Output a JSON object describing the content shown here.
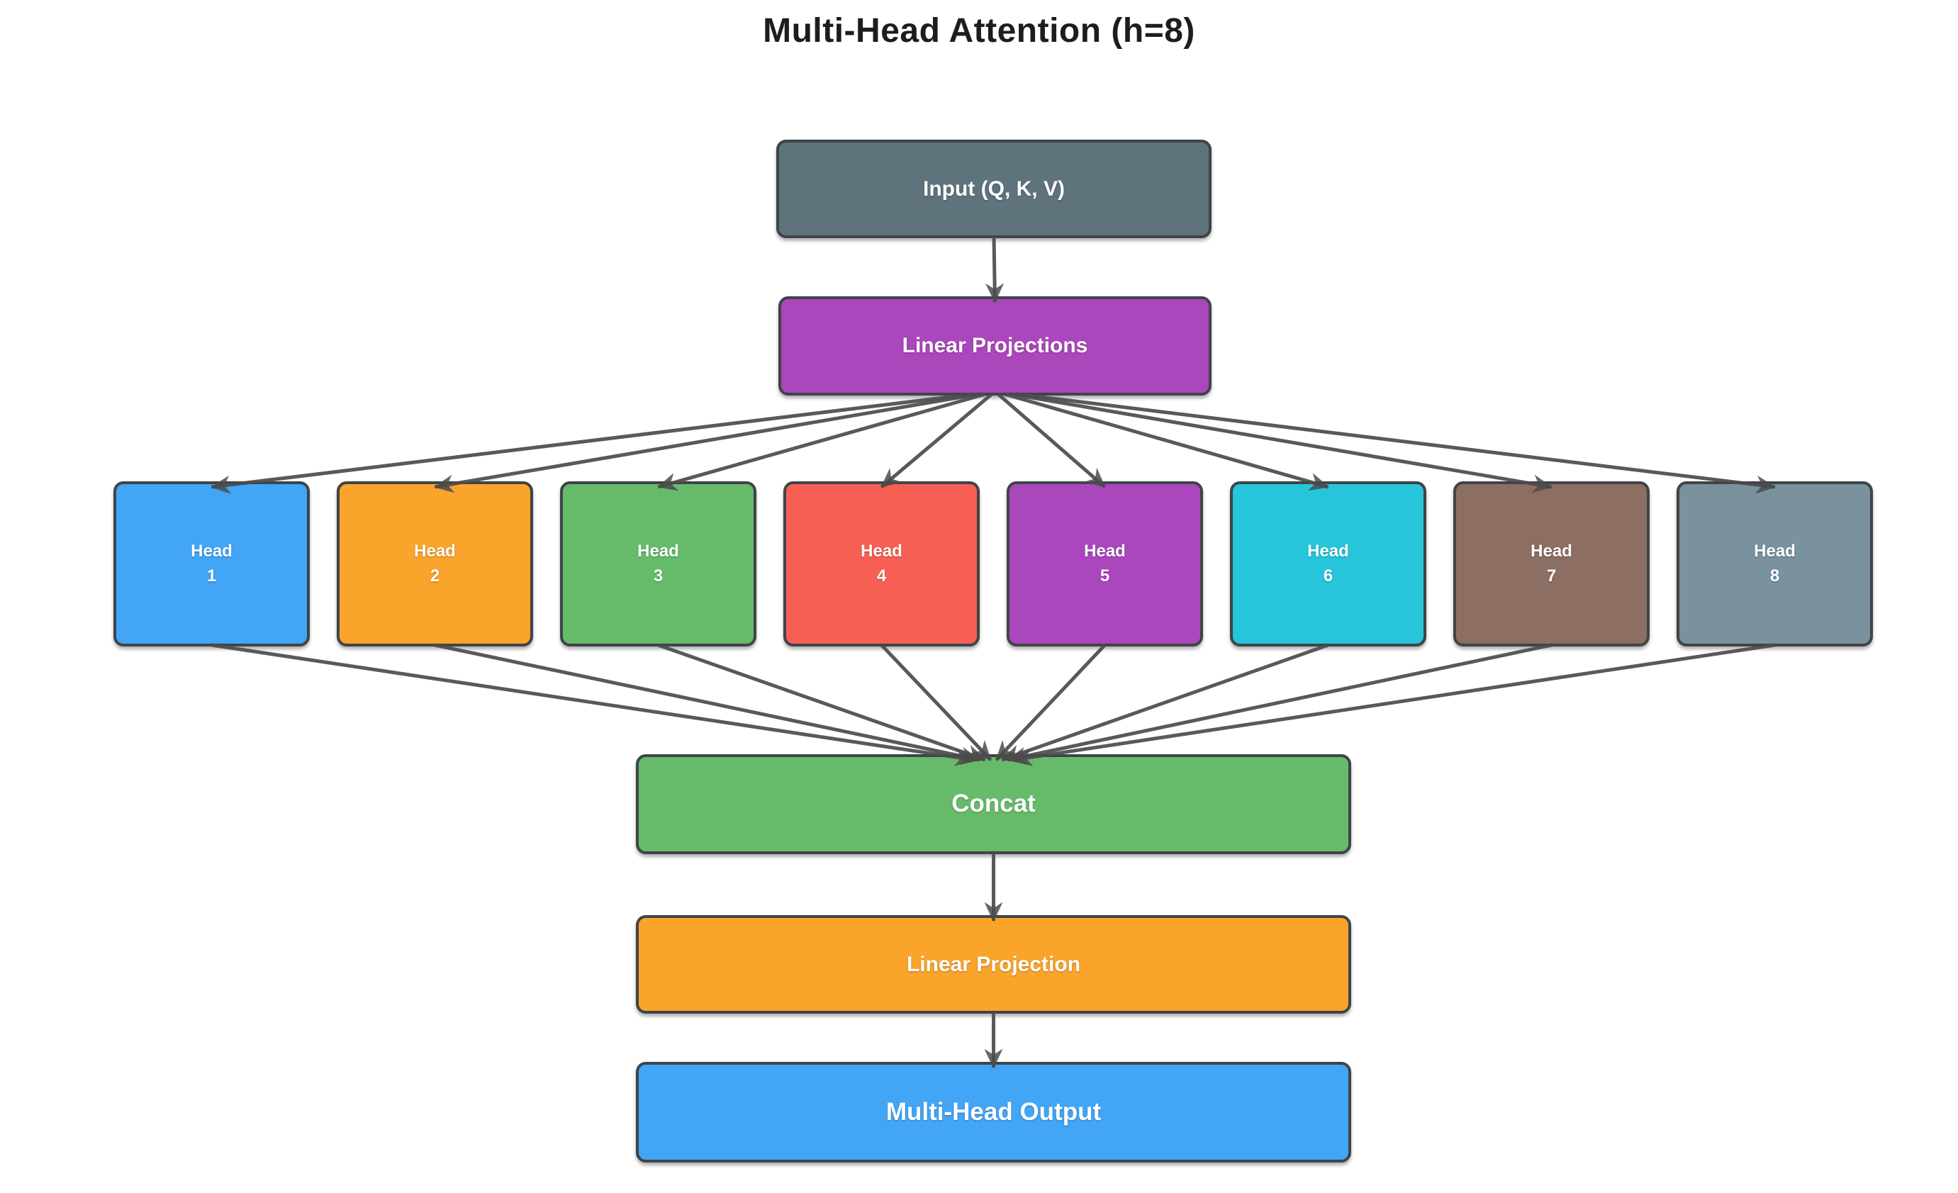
{
  "title": "Multi-Head Attention (h=8)",
  "nodes": {
    "input": {
      "label": "Input (Q, K, V)",
      "color": "#5F737C"
    },
    "linear_projections": {
      "label": "Linear Projections",
      "color": "#AB47BC"
    },
    "head1": {
      "label": "Head\n1",
      "color": "#42A5F5"
    },
    "head2": {
      "label": "Head\n2",
      "color": "#FAA42C"
    },
    "head3": {
      "label": "Head\n3",
      "color": "#66BB6A"
    },
    "head4": {
      "label": "Head\n4",
      "color": "#F75F55"
    },
    "head5": {
      "label": "Head\n5",
      "color": "#AB47BC"
    },
    "head6": {
      "label": "Head\n6",
      "color": "#26C5DA"
    },
    "head7": {
      "label": "Head\n7",
      "color": "#8D6E63"
    },
    "head8": {
      "label": "Head\n8",
      "color": "#7A919E"
    },
    "concat": {
      "label": "Concat",
      "color": "#66BB6A"
    },
    "linear_projection": {
      "label": "Linear Projection",
      "color": "#FAA42C"
    },
    "output": {
      "label": "Multi-Head Output",
      "color": "#42A5F5"
    }
  },
  "edges": [
    [
      "input",
      "linear_projections"
    ],
    [
      "linear_projections",
      "head1"
    ],
    [
      "linear_projections",
      "head2"
    ],
    [
      "linear_projections",
      "head3"
    ],
    [
      "linear_projections",
      "head4"
    ],
    [
      "linear_projections",
      "head5"
    ],
    [
      "linear_projections",
      "head6"
    ],
    [
      "linear_projections",
      "head7"
    ],
    [
      "linear_projections",
      "head8"
    ],
    [
      "head1",
      "concat"
    ],
    [
      "head2",
      "concat"
    ],
    [
      "head3",
      "concat"
    ],
    [
      "head4",
      "concat"
    ],
    [
      "head5",
      "concat"
    ],
    [
      "head6",
      "concat"
    ],
    [
      "head7",
      "concat"
    ],
    [
      "head8",
      "concat"
    ],
    [
      "concat",
      "linear_projection"
    ],
    [
      "linear_projection",
      "output"
    ]
  ],
  "style": {
    "border_color": "#3F4447",
    "arrow_color": "#4B4B4B",
    "title_color": "#1D1D1D",
    "background": "#FFFFFF",
    "node_text_color": "#FFFFFF"
  }
}
